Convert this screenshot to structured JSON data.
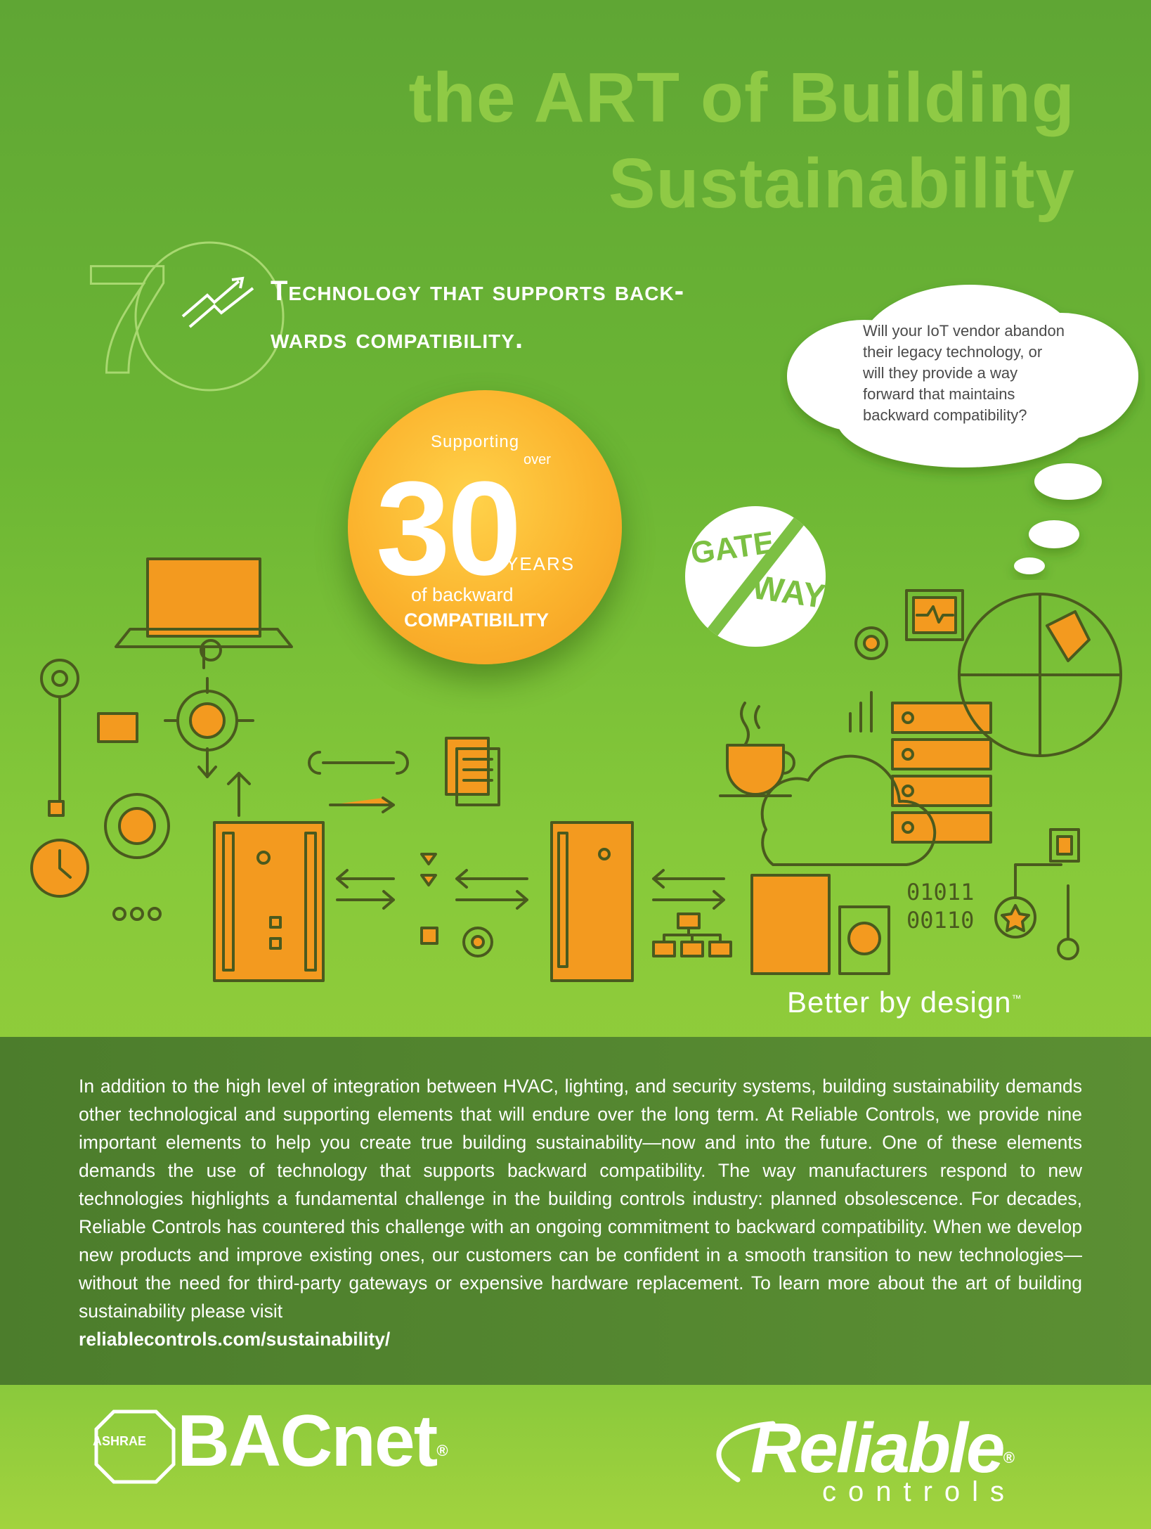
{
  "headline": {
    "line1": "the ART of Building",
    "line2": "Sustainability"
  },
  "sub_heading": {
    "line1": "Technology that supports back-",
    "line2": "wards compatibility."
  },
  "seventy_mark": "7",
  "cloud": {
    "lines": [
      "Will your IoT vendor abandon",
      "their legacy technology, or",
      "will they provide a way",
      "forward that maintains",
      "backward compatibility?"
    ]
  },
  "badge": {
    "line1": "Supporting",
    "line2": "over",
    "number": "30",
    "years": "YEARS",
    "of": "of backward",
    "compat": "COMPATIBILITY"
  },
  "gateway": {
    "part1": "GATE",
    "part2": "WAY"
  },
  "tagline": "Better by design",
  "tagline_mark": "™",
  "body": {
    "paragraph": "In addition to the high level of integration between HVAC, lighting, and security systems, building sustainability demands other technological and supporting elements that will endure over the long term. At Reliable Controls, we provide nine important elements to help you create true building sustainability—now and into the future. One of these elements demands the use of technology that supports backward compatibility.  The way manufacturers respond to new technologies highlights a fundamental challenge in the building controls industry: planned obsolescence. For decades, Reliable Controls has countered this challenge with an ongoing commitment to backward compatibility. When we develop new products and improve existing ones, our customers can be confident in a smooth transition to new technologies—without the need for third-party gateways or expensive hardware replacement. To learn more about the art of building sustainability please visit",
    "link": "reliablecontrols.com/sustainability/"
  },
  "footer": {
    "ashrae": "ASHRAE",
    "bacnet": "BACnet",
    "reg": "®",
    "reliable": "Reliable",
    "controls": "controls"
  },
  "colors": {
    "green_dark": "#4c7d2c",
    "green_mid": "#6cb634",
    "green_light": "#a5d23c",
    "line_olive": "#4a5a1e",
    "orange": "#f39a1f",
    "badge_yellow": "#fbb32d"
  }
}
